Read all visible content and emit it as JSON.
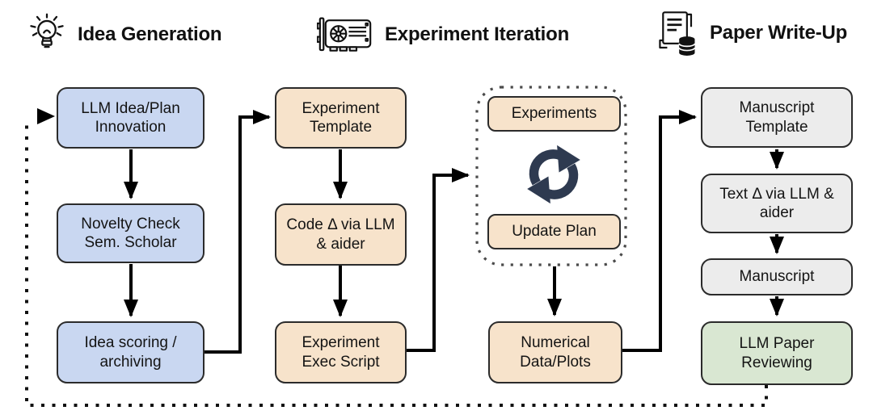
{
  "phases": [
    {
      "label": "Idea Generation",
      "icon": "lightbulb-icon"
    },
    {
      "label": "Experiment Iteration",
      "icon": "gpu-icon"
    },
    {
      "label": "Paper Write-Up",
      "icon": "paper-stack-icon"
    }
  ],
  "boxes": {
    "llm_idea_plan": "LLM Idea/Plan Innovation",
    "novelty_check": "Novelty Check Sem. Scholar",
    "idea_scoring": "Idea scoring / archiving",
    "experiment_template": "Experiment Template",
    "code_delta": "Code Δ via LLM & aider",
    "experiment_exec": "Experiment Exec Script",
    "experiments": "Experiments",
    "update_plan": "Update Plan",
    "numerical_data": "Numerical Data/Plots",
    "manuscript_template": "Manuscript Template",
    "text_delta": "Text Δ via LLM & aider",
    "manuscript": "Manuscript",
    "llm_paper_reviewing": "LLM Paper Reviewing"
  },
  "icons": {
    "loop": "cycle-arrows-icon"
  },
  "colors": {
    "idea_fill": "#c9d7f1",
    "experiment_fill": "#f7e3cb",
    "writeup_fill": "#ececec",
    "review_fill": "#d9e7d2",
    "border": "#2b2b2b",
    "arrow": "#000000",
    "dotted_loop": "#111111",
    "dotted_frame": "#4b4b4b",
    "cycle_icon": "#2e3a50"
  }
}
